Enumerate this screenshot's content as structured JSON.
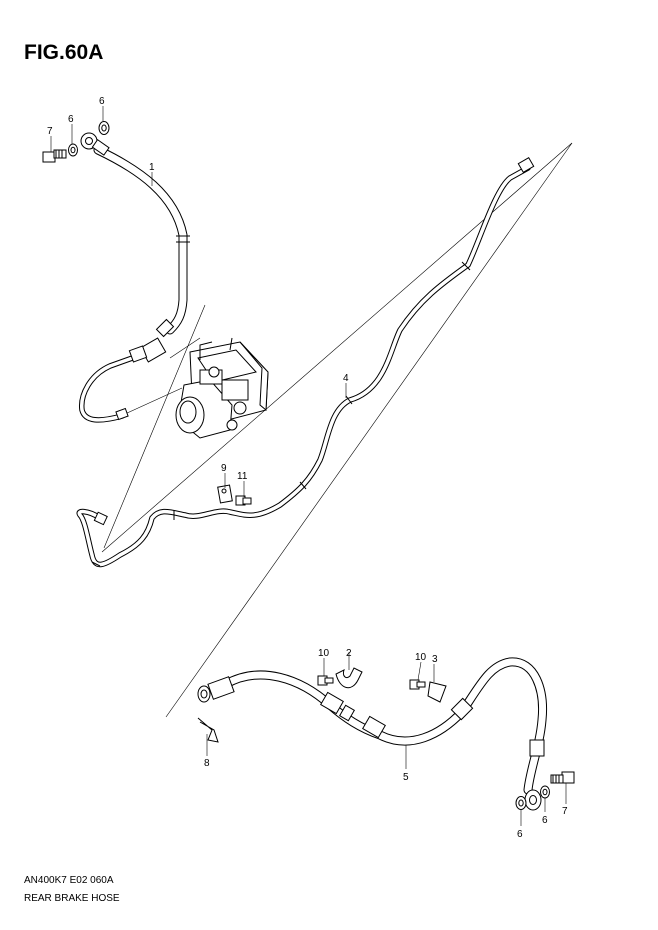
{
  "figure": {
    "title": "FIG.60A",
    "code": "AN400K7 E02 060A",
    "caption": "REAR BRAKE HOSE"
  },
  "callouts": {
    "c1": "1",
    "c2": "2",
    "c3": "3",
    "c4": "4",
    "c5": "5",
    "c6a": "6",
    "c6b": "6",
    "c6c": "6",
    "c6d": "6",
    "c7a": "7",
    "c7b": "7",
    "c8": "8",
    "c9": "9",
    "c10a": "10",
    "c10b": "10",
    "c11": "11"
  }
}
